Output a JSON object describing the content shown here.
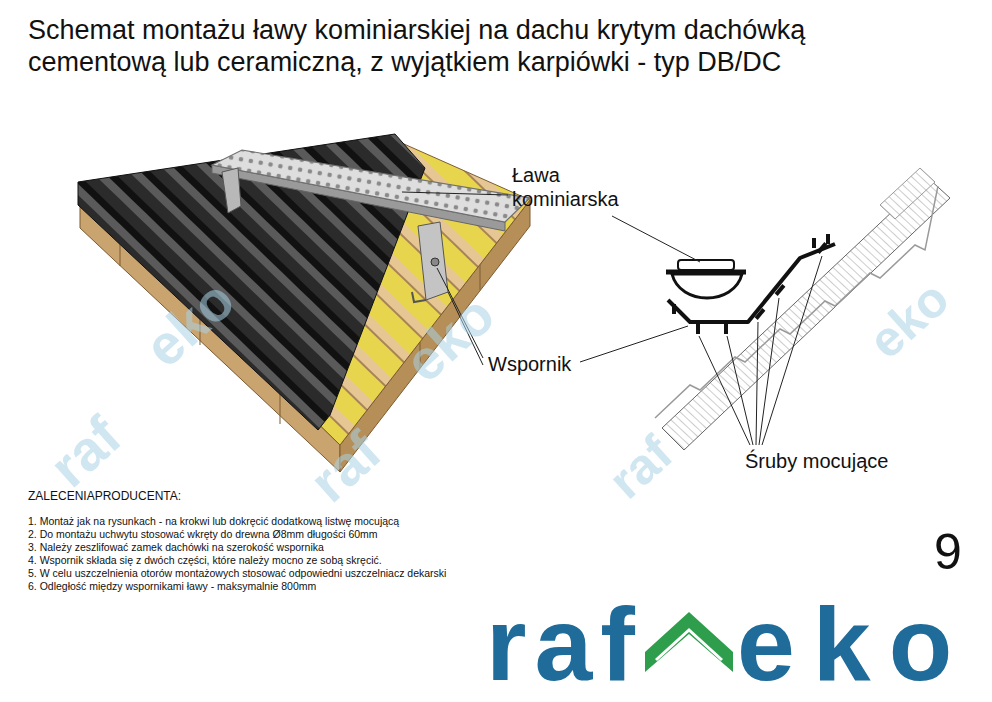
{
  "diagram": {
    "title": "Schemat montażu ławy kominiarskiej na dachu krytym dachówką cementową lub ceramiczną, z wyjątkiem karpiówki - typ DB/DC",
    "labels": [
      "Ława kominiarska",
      "Wspornik",
      "Śruby mocujące",
      "ZALECENIAPRODUCENTA:",
      "1. Montaż jak na rysunkach - na krokwi lub dokręcić dodatkową listwę mocującą",
      "2. Do montażu uchwytu stosować wkręty do drewna Ø8mm długości 60mm",
      "3. Należy zeszlifować zamek dachówki na szerokość wspornika",
      "4. Wspornik składa się z dwóch części, które należy mocno ze sobą skręcić.",
      "5. W celu uszczelnienia otorów montażowych stosować odpowiedni uszczelniacz dekarski",
      "6. Odległość między wspornikami ławy - maksymalnie 800mm",
      "9",
      "raf",
      "eko",
      "raf",
      "eko",
      "raf",
      "eko",
      "raf",
      "eko"
    ]
  }
}
